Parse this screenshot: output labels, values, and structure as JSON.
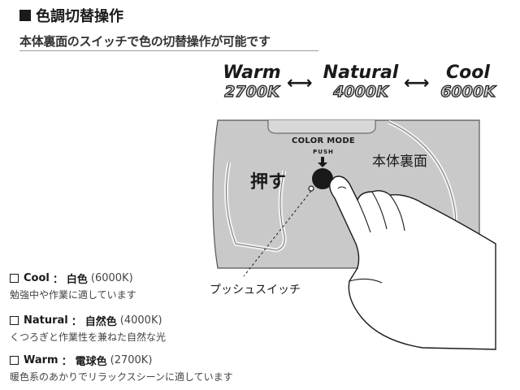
{
  "header": {
    "title": "色調切替操作",
    "subtitle": "本体裏面のスイッチで色の切替操作が可能です"
  },
  "modes": [
    {
      "name": "Warm",
      "kelvin": "2700K"
    },
    {
      "name": "Natural",
      "kelvin": "4000K"
    },
    {
      "name": "Cool",
      "kelvin": "6000K"
    }
  ],
  "arrows": "⟷",
  "diagram": {
    "color_mode_label": "COLOR MODE",
    "push_label": "PUSH",
    "press_label": "押す",
    "back_label": "本体裏面",
    "switch_label": "プッシュスイッチ"
  },
  "legend": [
    {
      "en": "Cool",
      "sep": "：",
      "jp": "白色",
      "k": "(6000K)",
      "desc": "勉強中や作業に適しています"
    },
    {
      "en": "Natural",
      "sep": "：",
      "jp": "自然色",
      "k": "(4000K)",
      "desc": "くつろぎと作業性を兼ねた自然な光"
    },
    {
      "en": "Warm",
      "sep": "：",
      "jp": "電球色",
      "k": "(2700K)",
      "desc": "暖色系のあかりでリラックスシーンに適しています"
    }
  ],
  "colors": {
    "device_fill": "#c9c9c9",
    "ink": "#1a1a1a",
    "kelvin_fill": "#cfcfcf"
  },
  "icons": {
    "square_bullet": "black-square-icon",
    "checkbox": "empty-checkbox-icon",
    "down_arrow": "down-arrow-icon",
    "double_arrow": "double-arrow-icon",
    "hand": "hand-pointing-icon"
  }
}
